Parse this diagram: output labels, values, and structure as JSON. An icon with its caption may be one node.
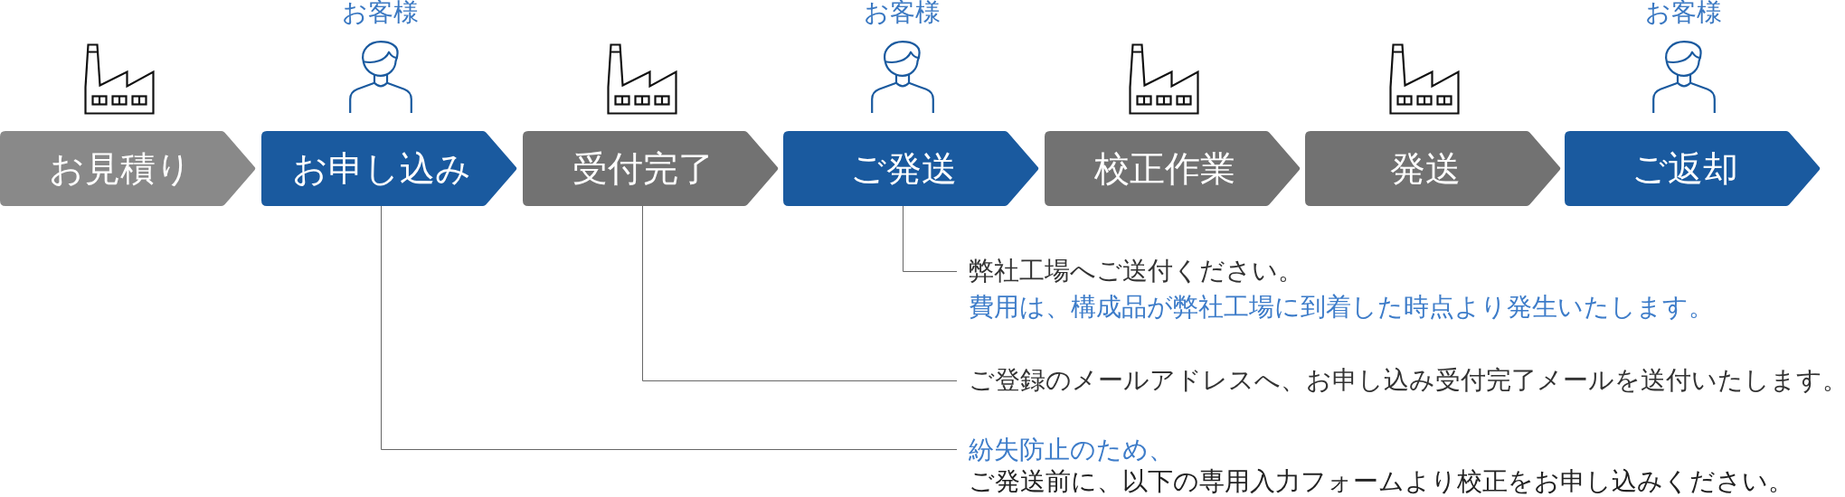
{
  "diagram": {
    "nodes": [
      {
        "text": [
          "お見積り"
        ]
      },
      {
        "text": [
          "お申し込み"
        ]
      },
      {
        "text": [
          "受付完了"
        ]
      },
      {
        "text": [
          "ご発送"
        ]
      },
      {
        "text": [
          "校正作業"
        ]
      },
      {
        "text": [
          "発送"
        ]
      },
      {
        "text": [
          "ご返却"
        ]
      },
      {
        "text": [
          "弊社工場へご送付ください。",
          "費用は、構成品が弊社工場に到着した時点より発生いたします。"
        ]
      },
      {
        "text": [
          "ご登録のメールアドレスへ、お申し込み受付完了メールを送付いたします。"
        ]
      },
      {
        "text": [
          "紛失防止のため、",
          "ご発送前に、以下の専用入力フォームより校正をお申し込みください。"
        ]
      }
    ],
    "edges": [
      {
        "from": 7,
        "to": 3,
        "arrow": "none"
      },
      {
        "from": 8,
        "to": 2,
        "arrow": "none"
      },
      {
        "from": 9,
        "to": 1,
        "arrow": "none"
      }
    ],
    "labels": [
      "お客様",
      "お客様",
      "お客様"
    ]
  }
}
